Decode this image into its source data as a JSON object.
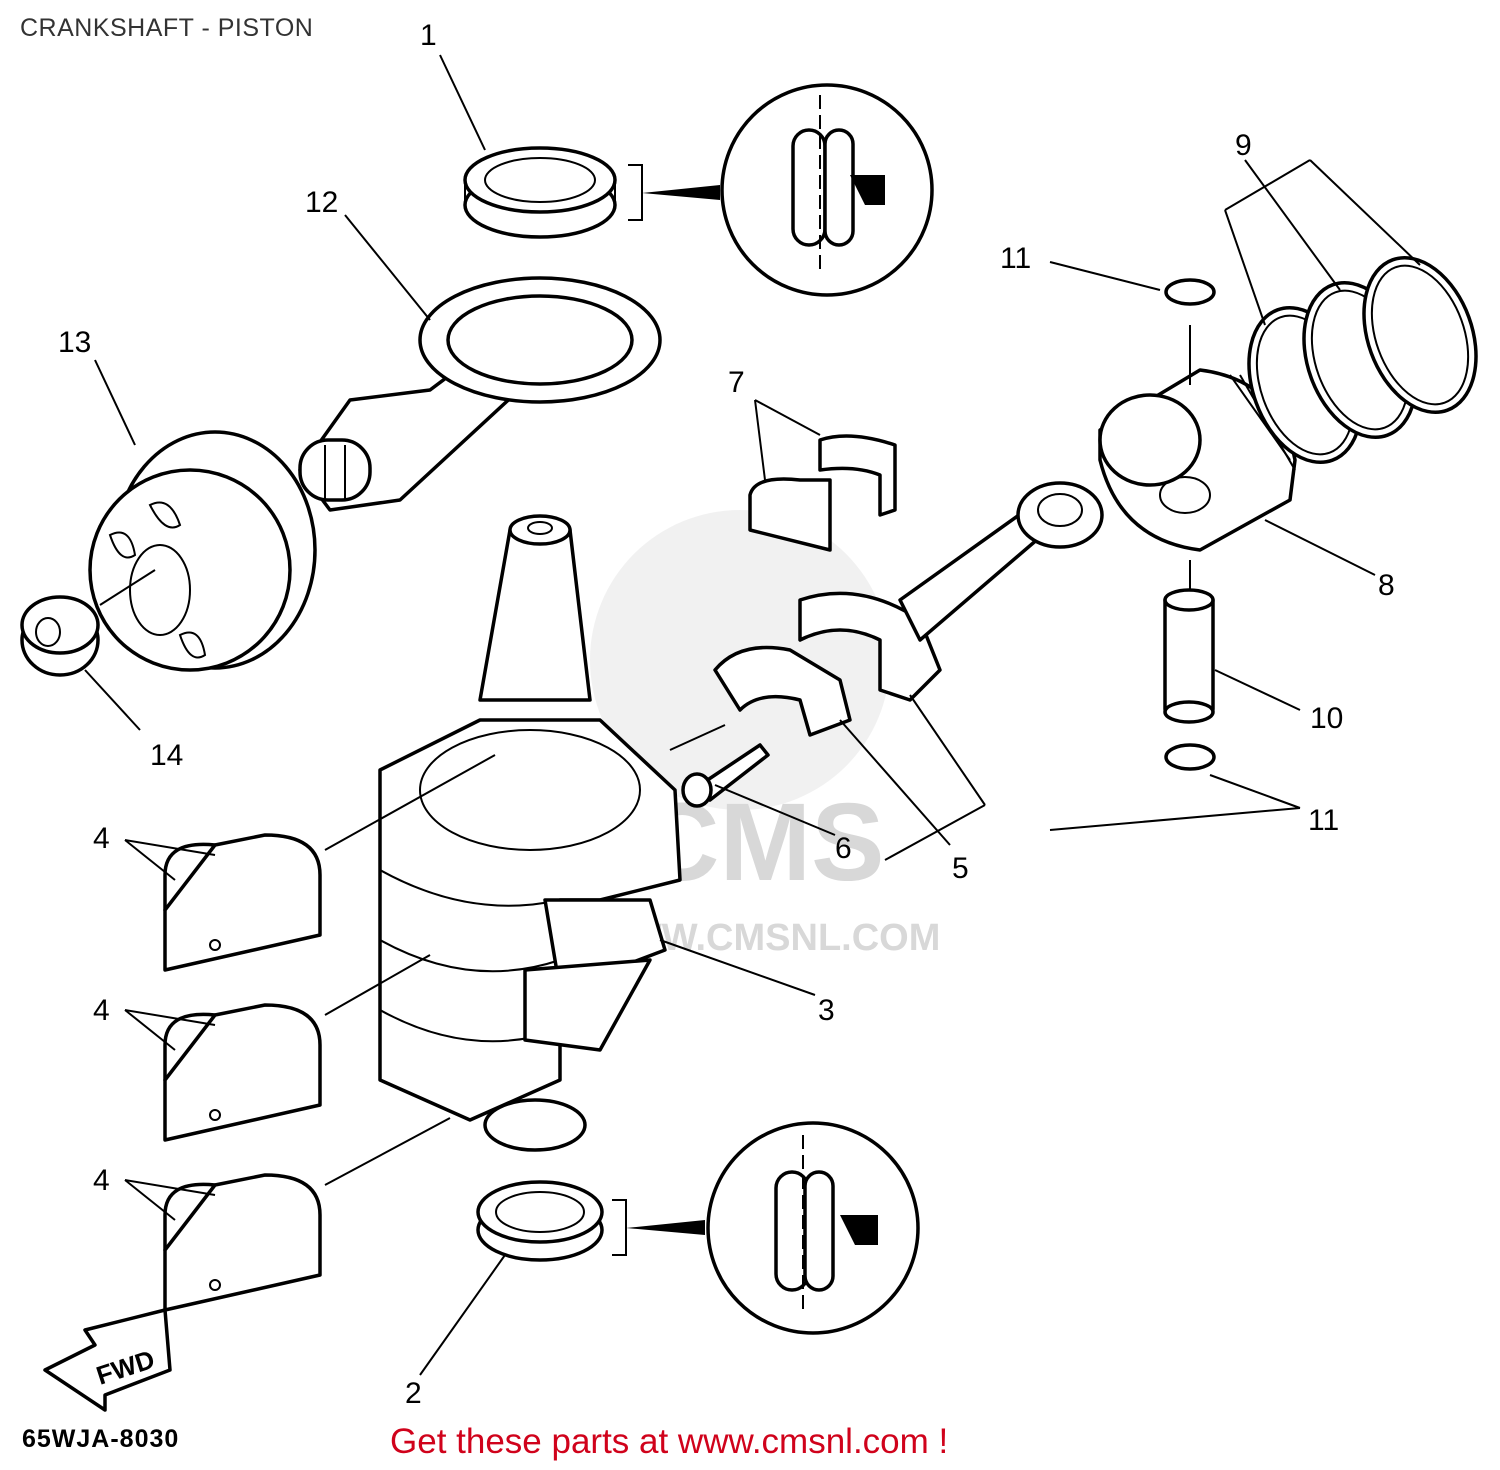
{
  "title": "CRANKSHAFT - PISTON",
  "diagram_code": "65WJA-8030",
  "cta": "Get these parts at www.cmsnl.com !",
  "watermark": {
    "brand": "CMS",
    "url": "WWW.CMSNL.COM"
  },
  "fwd_label": "FWD",
  "callouts": {
    "c1": "1",
    "c2": "2",
    "c3": "3",
    "c4a": "4",
    "c4b": "4",
    "c4c": "4",
    "c5": "5",
    "c6": "6",
    "c7": "7",
    "c8": "8",
    "c9": "9",
    "c10": "10",
    "c11a": "11",
    "c11b": "11",
    "c12": "12",
    "c13": "13",
    "c14": "14"
  },
  "colors": {
    "cta": "#d0021b",
    "line": "#000000",
    "watermark": "#d8d8d8"
  }
}
